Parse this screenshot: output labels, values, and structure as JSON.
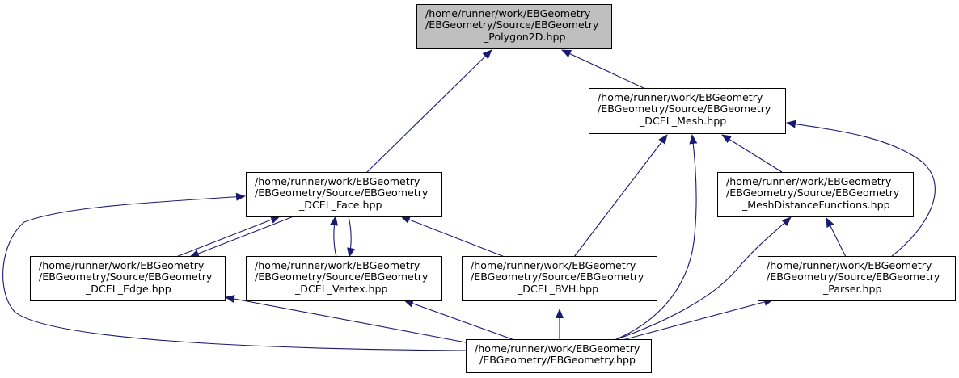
{
  "colors": {
    "edge": "#191970",
    "highlight_fill": "#bfbfbf",
    "node_border": "#000000"
  },
  "nodes": {
    "polygon2d": [
      "/home/runner/work/EBGeometry",
      "/EBGeometry/Source/EBGeometry",
      "_Polygon2D.hpp"
    ],
    "dcel_mesh": [
      "/home/runner/work/EBGeometry",
      "/EBGeometry/Source/EBGeometry",
      "_DCEL_Mesh.hpp"
    ],
    "dcel_face": [
      "/home/runner/work/EBGeometry",
      "/EBGeometry/Source/EBGeometry",
      "_DCEL_Face.hpp"
    ],
    "mesh_distance": [
      "/home/runner/work/EBGeometry",
      "/EBGeometry/Source/EBGeometry",
      "_MeshDistanceFunctions.hpp"
    ],
    "dcel_edge": [
      "/home/runner/work/EBGeometry",
      "/EBGeometry/Source/EBGeometry",
      "_DCEL_Edge.hpp"
    ],
    "dcel_vertex": [
      "/home/runner/work/EBGeometry",
      "/EBGeometry/Source/EBGeometry",
      "_DCEL_Vertex.hpp"
    ],
    "dcel_bvh": [
      "/home/runner/work/EBGeometry",
      "/EBGeometry/Source/EBGeometry",
      "_DCEL_BVH.hpp"
    ],
    "parser": [
      "/home/runner/work/EBGeometry",
      "/EBGeometry/Source/EBGeometry",
      "_Parser.hpp"
    ],
    "ebgeometry": [
      "/home/runner/work/EBGeometry",
      "/EBGeometry/EBGeometry.hpp"
    ]
  }
}
